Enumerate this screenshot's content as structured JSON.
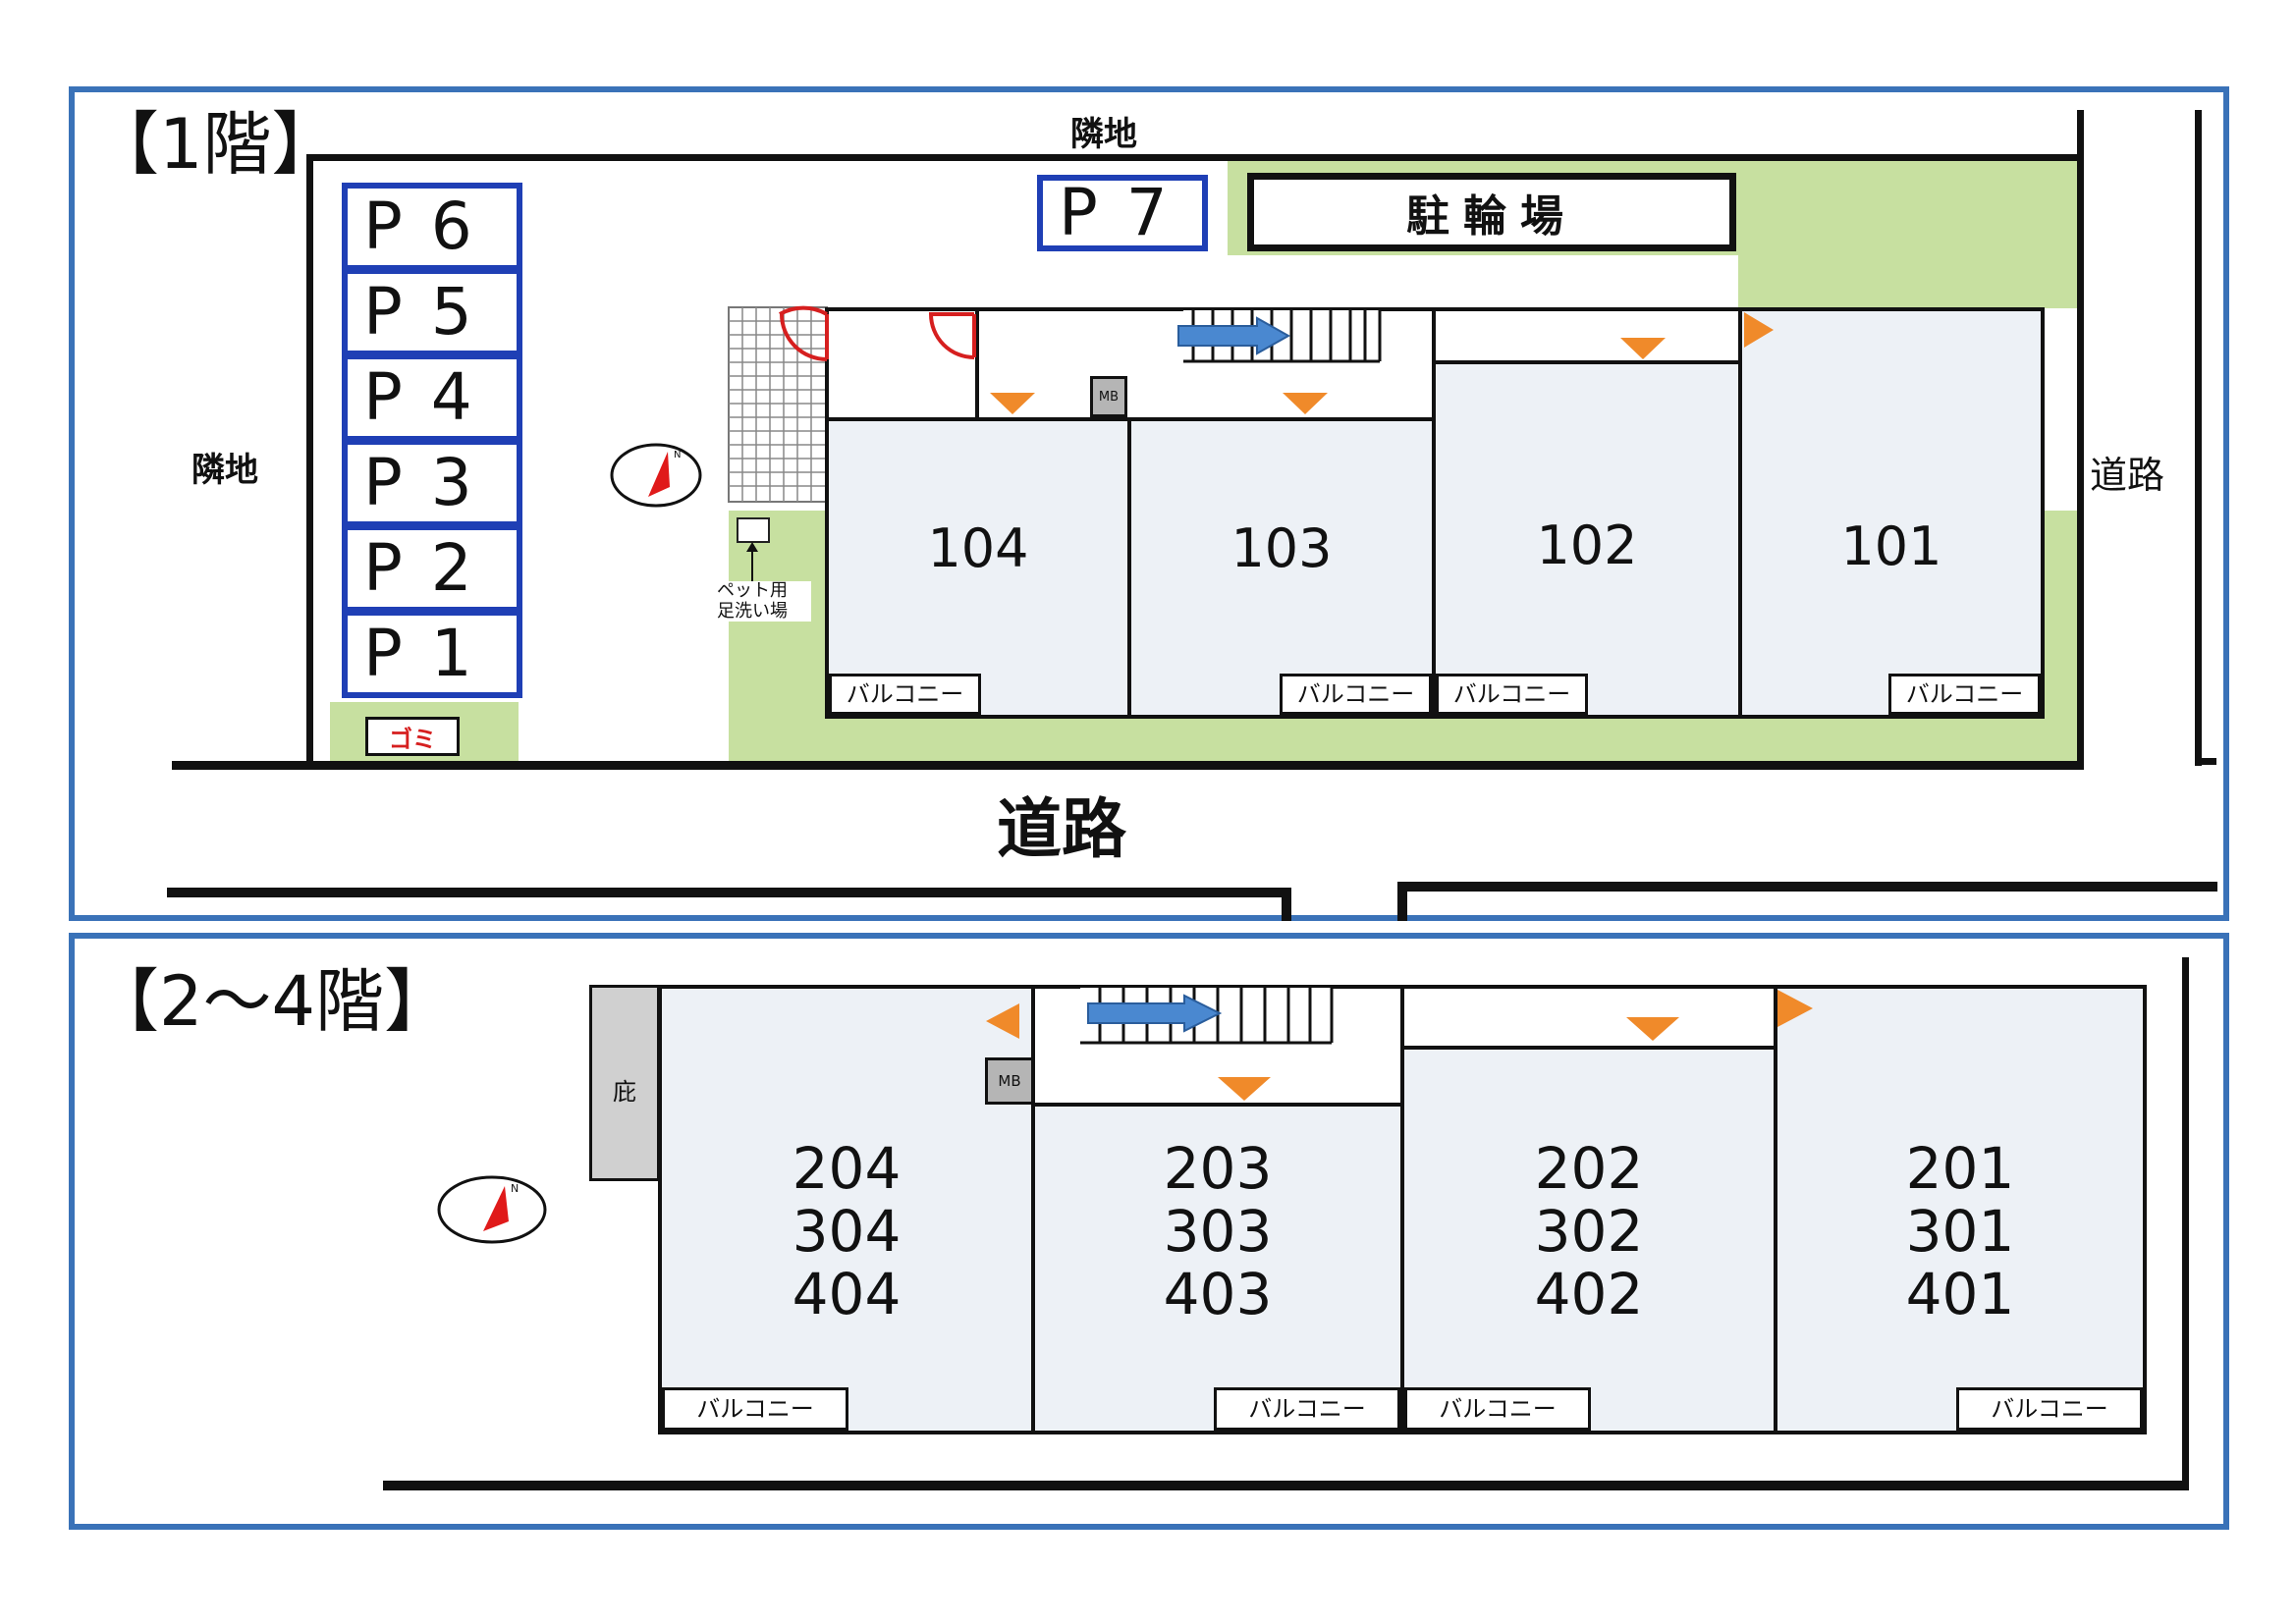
{
  "floor1": {
    "heading": "【1階】",
    "neighbor_top": "隣地",
    "neighbor_left": "隣地",
    "road_right": "道路",
    "road_bottom": "道路",
    "parking": [
      "P 6",
      "P 5",
      "P 4",
      "P 3",
      "P 2",
      "P 1"
    ],
    "parking7": "P 7",
    "bike_parking": "駐輪場",
    "garbage": "ゴミ",
    "mb": "MB",
    "pet_wash": "ペット用\n足洗い場",
    "rooms": [
      {
        "number": "104",
        "balcony": "バルコニー"
      },
      {
        "number": "103",
        "balcony": "バルコニー"
      },
      {
        "number": "102",
        "balcony": "バルコニー"
      },
      {
        "number": "101",
        "balcony": "バルコニー"
      }
    ],
    "compass_north": "N"
  },
  "floor2": {
    "heading": "【2～4階】",
    "eaves": "庇",
    "mb": "MB",
    "rooms": [
      {
        "number": "204\n304\n404",
        "balcony": "バルコニー"
      },
      {
        "number": "203\n303\n403",
        "balcony": "バルコニー"
      },
      {
        "number": "202\n302\n402",
        "balcony": "バルコニー"
      },
      {
        "number": "201\n301\n401",
        "balcony": "バルコニー"
      }
    ],
    "compass_north": "N"
  },
  "colors": {
    "frame": "#3a72b8",
    "parking_border": "#1f3fb5",
    "green_area": "#c7e0a0",
    "room_fill": "#edf1f6",
    "arrow_orange": "#f08a2a",
    "arrow_blue": "#4a88d0",
    "door_red": "#d61f1f",
    "compass_red": "#e01a1a"
  }
}
